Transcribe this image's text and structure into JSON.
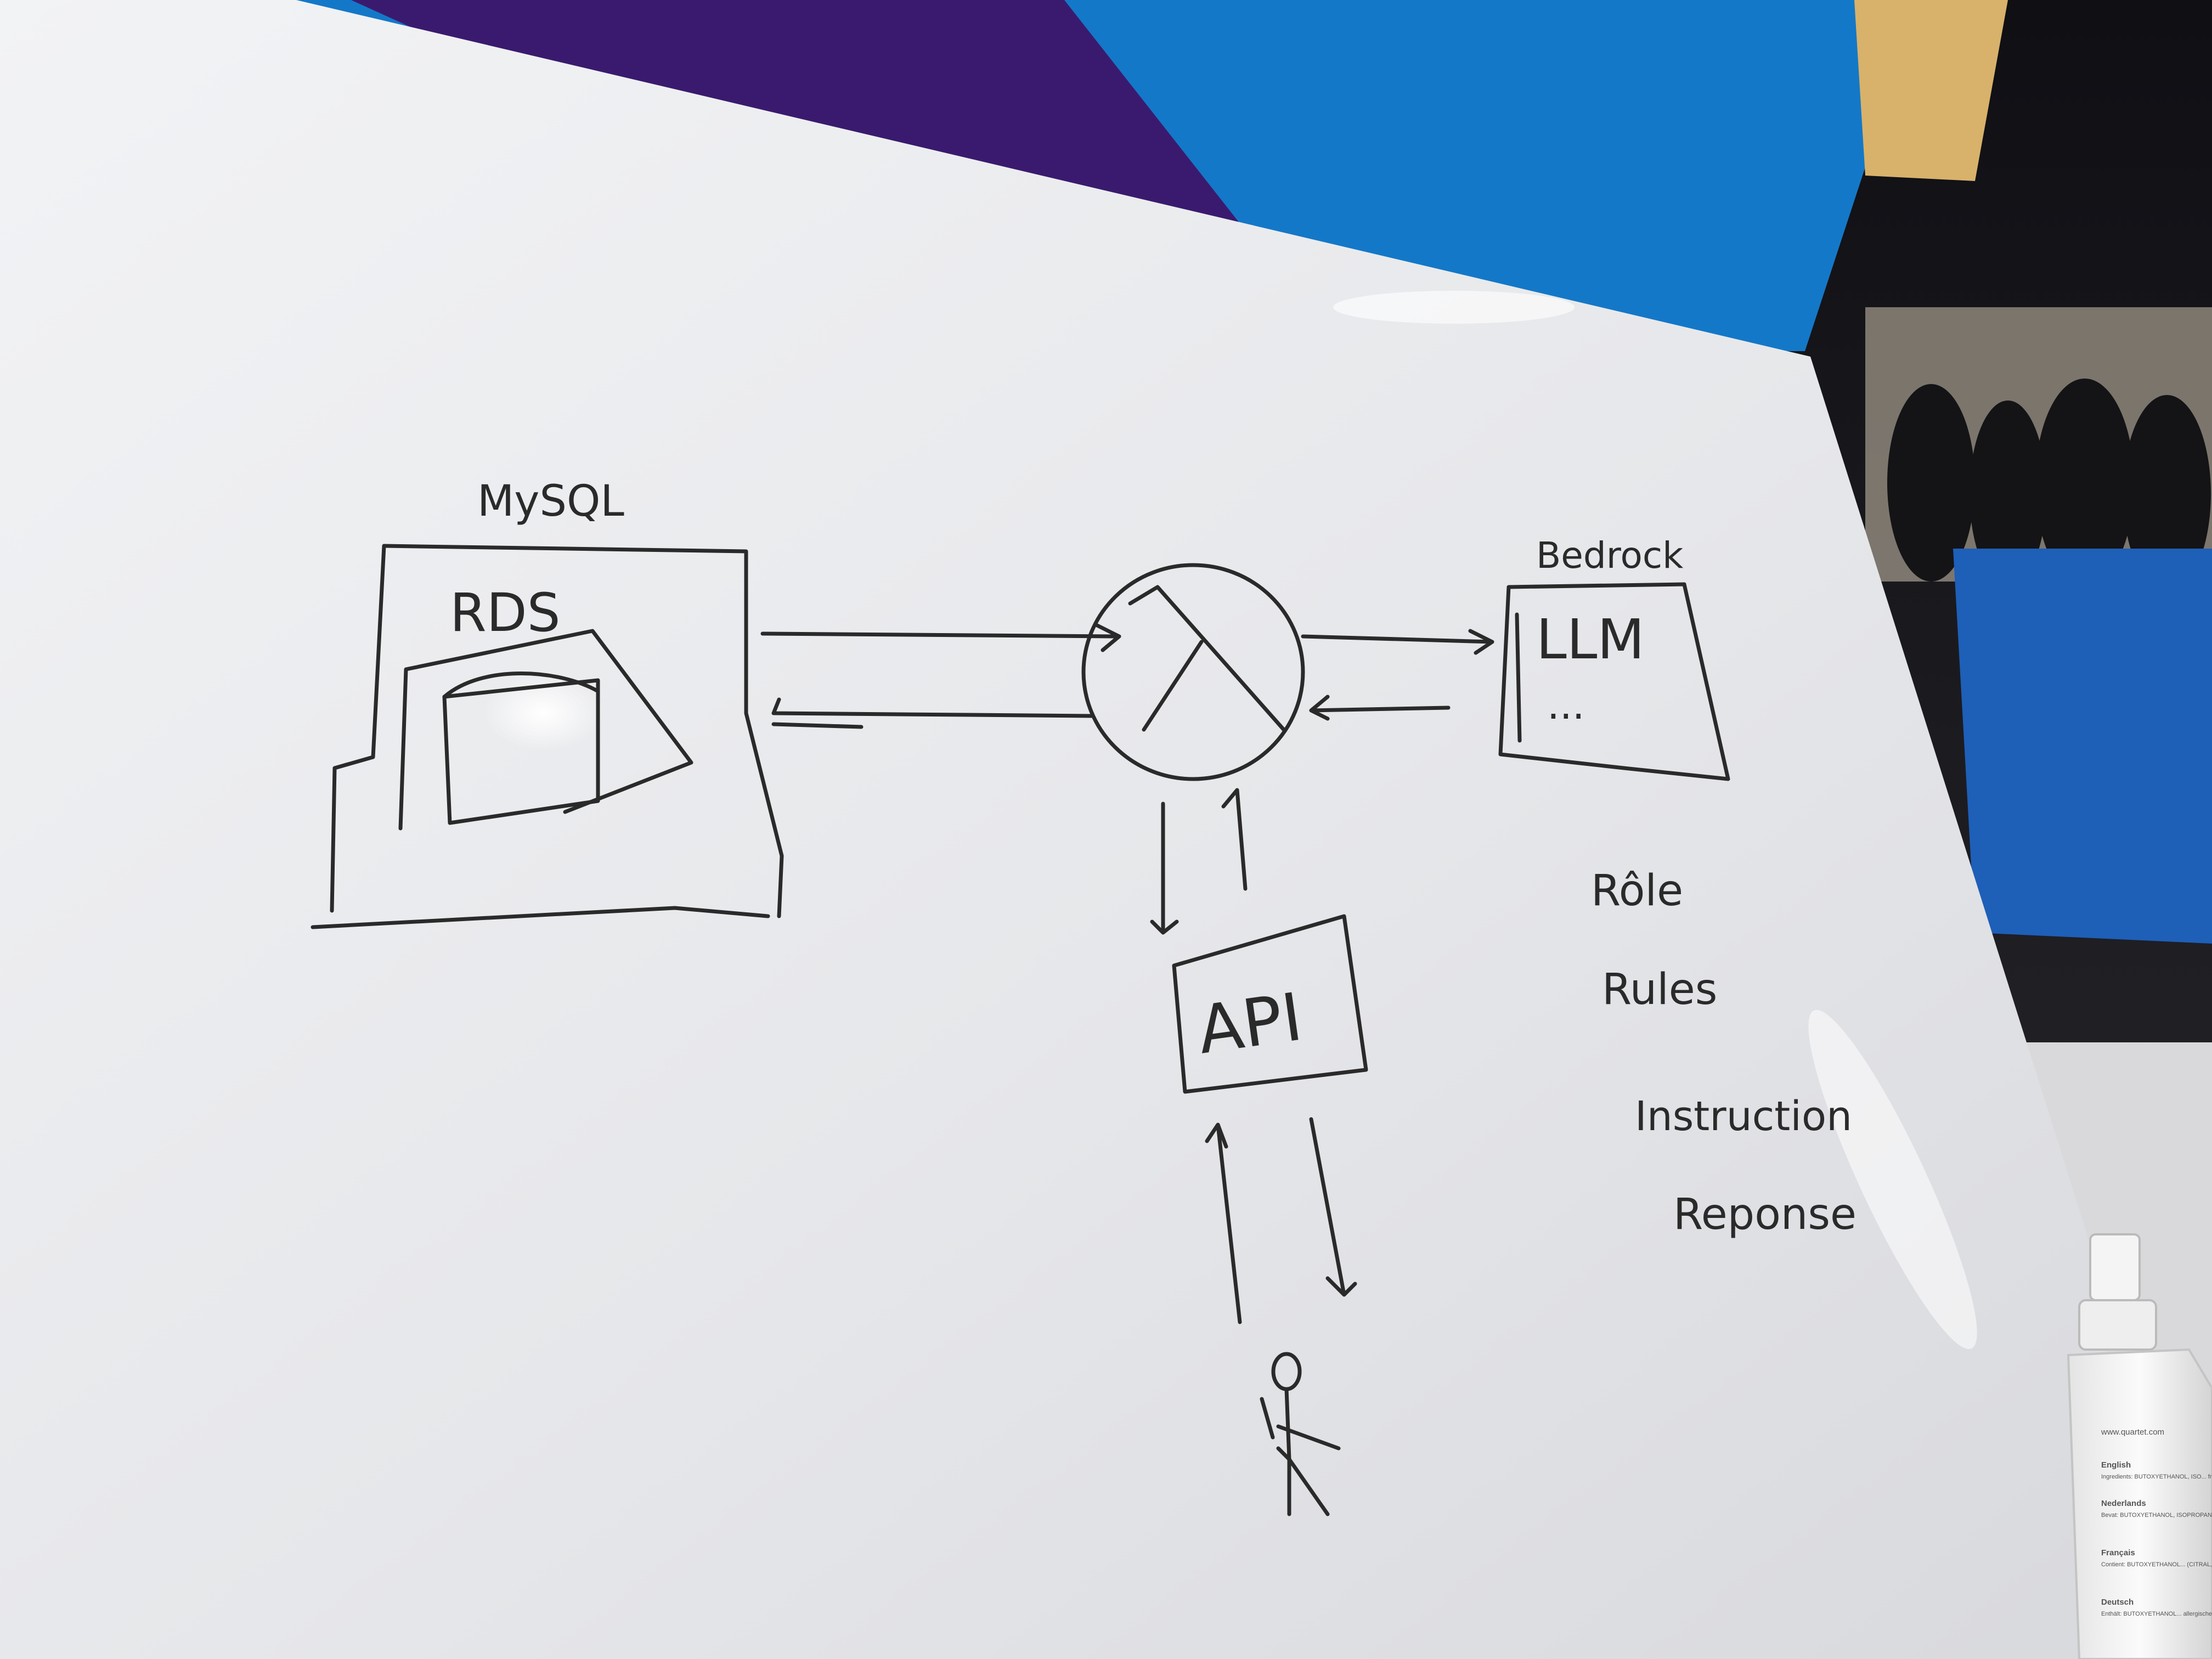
{
  "diagram": {
    "mysql_label": "MySQL",
    "rds_label": "RDS",
    "bedrock_label": "Bedrock",
    "llm_label": "LLM",
    "llm_ellipsis": "...",
    "lambda_symbol": "λ",
    "api_label": "API",
    "notes": [
      "Rôle",
      "Rules",
      "Instruction",
      "Reponse"
    ]
  },
  "bottle_label": {
    "url": "www.quartet.com",
    "english_heading": "English",
    "english_text": "Ingredients: BUTOXYETHANOL, ISO... fragrance (CITRAL, LINALOOL). Contains... May produce an allergic reaction.",
    "nl_heading": "Nederlands",
    "nl_text": "Bevat: BUTOXYETHANOL, ISOPROPANOL... (CITRAL, LINALOOL). Bevat CITRAL... allergische reactie veroorzaken.",
    "fr_heading": "Français",
    "fr_text": "Contient: BUTOXYETHANOL... (CITRAL, LINALOOL). Contient... peut produire une réaction allergique.",
    "de_heading": "Deutsch",
    "de_text": "Enthält: BUTOXYETHANOL... allergische Reaktionen hervorrufen."
  },
  "colors": {
    "marker": "#2a2a2a",
    "board": "#e9eaec",
    "wall_purple": "#3a1a6e",
    "wall_blue": "#1478c8"
  }
}
